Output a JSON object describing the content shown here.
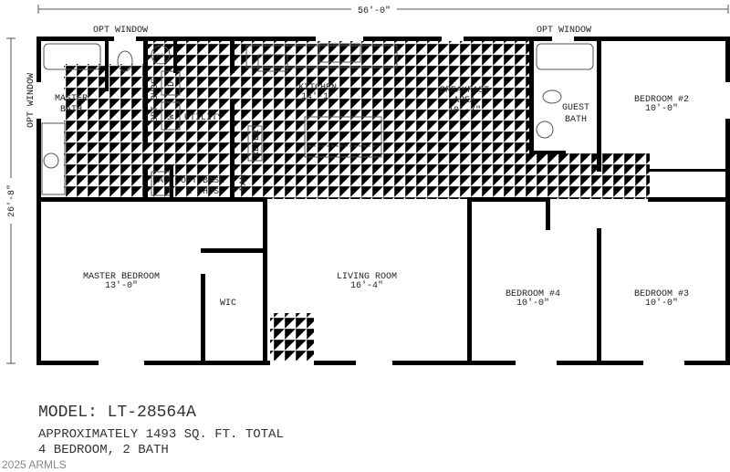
{
  "dimensions": {
    "width": "56'-0\"",
    "depth": "26'-8\""
  },
  "labels": {
    "opt_window_top_left": "OPT WINDOW",
    "opt_window_top_right": "OPT WINDOW",
    "opt_window_left": "OPT WINDOW",
    "master_bath_1": "MASTER",
    "master_bath_2": "BATH",
    "opt_ohds": "OPT OHDS",
    "washer": "W",
    "dryer": "D",
    "water_heater": "W/H",
    "utility": "UTILITY",
    "fau": "FAU",
    "opt_base_1": "OPT BASE",
    "opt_base_2": "& OHDS",
    "pan": "PAN",
    "refer": "REFER",
    "kitchen": "KITCHEN",
    "kitchen_dim": "14'-1\"",
    "breakfast_1": "BREAKFAST",
    "breakfast_2": "AREA",
    "breakfast_dim": "10'-7\"",
    "guest_bath_1": "GUEST",
    "guest_bath_2": "BATH",
    "bedroom2": "BEDROOM #2",
    "bedroom2_dim": "10'-0\"",
    "master_bedroom": "MASTER BEDROOM",
    "master_bedroom_dim": "13'-0\"",
    "wic": "WIC",
    "living_room": "LIVING ROOM",
    "living_room_dim": "16'-4\"",
    "bedroom4": "BEDROOM #4",
    "bedroom4_dim": "10'-0\"",
    "bedroom3": "BEDROOM #3",
    "bedroom3_dim": "10'-0\""
  },
  "info": {
    "model": "MODEL: LT-28564A",
    "sqft": "APPROXIMATELY 1493 SQ. FT. TOTAL",
    "beds_baths": "4 BEDROOM, 2 BATH",
    "watermark": "2025 ARMLS"
  }
}
